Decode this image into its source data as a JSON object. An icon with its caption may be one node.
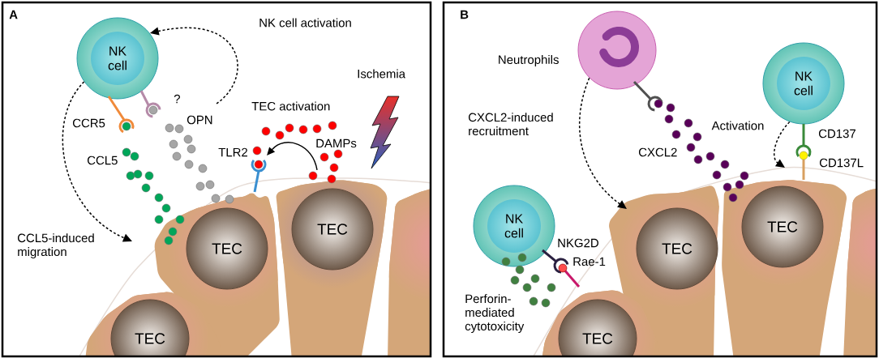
{
  "diagram": {
    "nodes": [
      {
        "text": [
          "NK cell"
        ]
      },
      {
        "text": [
          "TEC"
        ]
      },
      {
        "text": [
          "TEC"
        ]
      },
      {
        "text": [
          "TEC"
        ]
      },
      {
        "text": [],
        "shape": "picture",
        "beside": [
          "Neutrophils"
        ]
      },
      {
        "text": [
          "NK cell"
        ]
      },
      {
        "text": [
          "NK cell"
        ]
      },
      {
        "text": [
          "TEC"
        ]
      },
      {
        "text": [
          "TEC"
        ]
      },
      {
        "text": [
          "TEC"
        ]
      }
    ],
    "edges": [
      {
        "from": null,
        "to": 0,
        "arrow": "to",
        "style": "dashed",
        "label": "NK cell activation"
      },
      {
        "from": 0,
        "to": null,
        "arrow": "to",
        "style": "dashed",
        "label": "CCL5-induced migration"
      },
      {
        "from": 4,
        "to": null,
        "arrow": "to",
        "style": "dashed",
        "label": "CXCL2-induced recruitment"
      },
      {
        "from": 5,
        "to": null,
        "arrow": "to",
        "style": "dashed",
        "label": "Activation"
      }
    ],
    "labels": [
      "A",
      "?",
      "CCR5",
      "OPN",
      "TEC activation",
      "DAMPs",
      "TLR2",
      "CCL5",
      "Ischemia",
      "B",
      "CD137",
      "CXCL2",
      "CD137L",
      "NKG2D",
      "Rae-1",
      "Perforin-mediated cytotoxicity"
    ]
  }
}
